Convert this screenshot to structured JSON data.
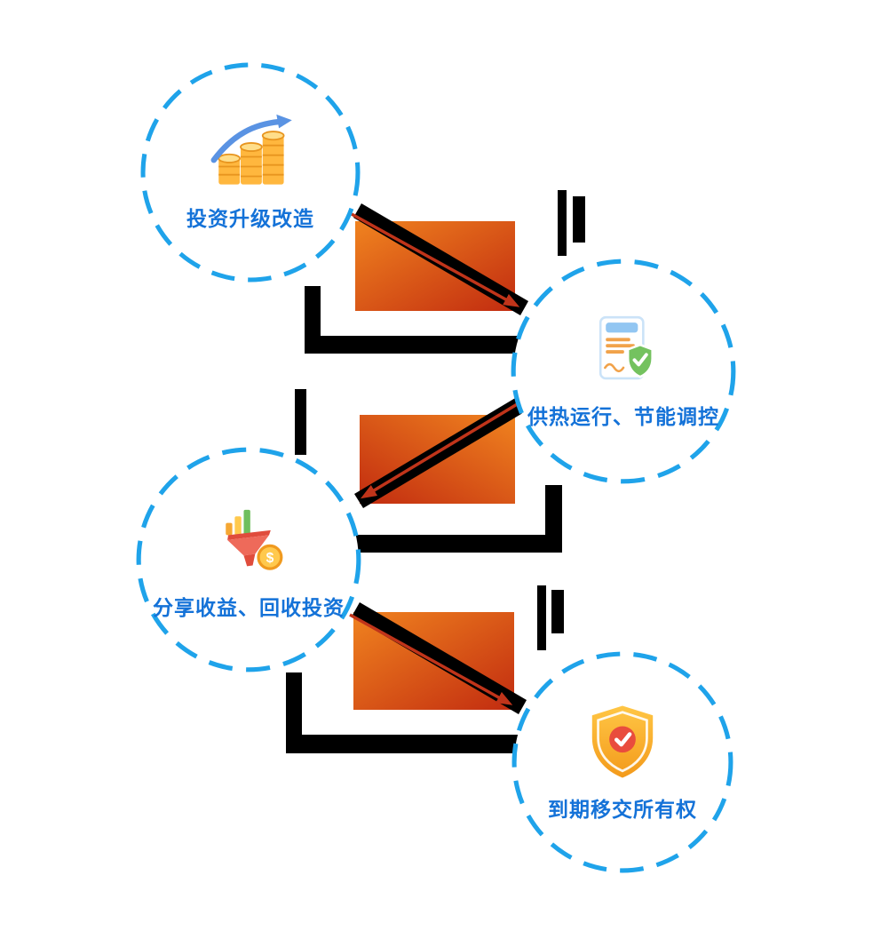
{
  "diagram": {
    "nodes": [
      {
        "id": "invest",
        "label": "投资升级改造",
        "icon": "coin-stack-growth-icon"
      },
      {
        "id": "operate",
        "label": "供热运行、节能调控",
        "icon": "document-shield-icon"
      },
      {
        "id": "returns",
        "label": "分享收益、回收投资",
        "icon": "funnel-revenue-icon"
      },
      {
        "id": "transfer",
        "label": "到期移交所有权",
        "icon": "ownership-shield-icon"
      }
    ],
    "arrows": [
      {
        "from": "投资升级改造",
        "to": "供热运行、节能调控",
        "direction": "down-right"
      },
      {
        "from": "供热运行、节能调控",
        "to": "分享收益、回收投资",
        "direction": "down-left"
      },
      {
        "from": "分享收益、回收投资",
        "to": "到期移交所有权",
        "direction": "down-right"
      }
    ],
    "colors": {
      "circle_border": "#1FA3EA",
      "label_text": "#1472D8",
      "arrow_gradient_start": "#F0831F",
      "arrow_gradient_end": "#C22C10",
      "arrow_line": "#C0341A",
      "arrow_black": "#000000",
      "icon_gold": "#FFC645",
      "icon_green": "#74C25F",
      "icon_red": "#E94C3D",
      "icon_blue": "#5A93E3"
    },
    "icons": {
      "coin_dollar": "$"
    }
  }
}
